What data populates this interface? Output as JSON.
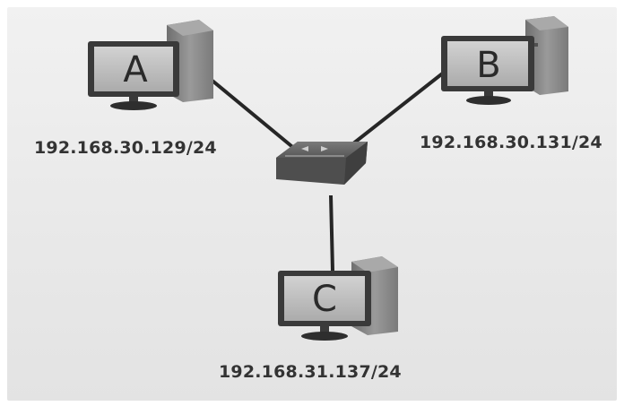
{
  "hosts": [
    {
      "id": "A",
      "label": "A",
      "ip": "192.168.30.129/24"
    },
    {
      "id": "B",
      "label": "B",
      "ip": "192.168.30.131/24"
    },
    {
      "id": "C",
      "label": "C",
      "ip": "192.168.31.137/24"
    }
  ],
  "colors": {
    "link": "#262626",
    "screen": "#bdbdbd",
    "monitor_frame": "#3a3a3a",
    "tower": "#8c8c8c",
    "switch": "#5e5e5e"
  }
}
